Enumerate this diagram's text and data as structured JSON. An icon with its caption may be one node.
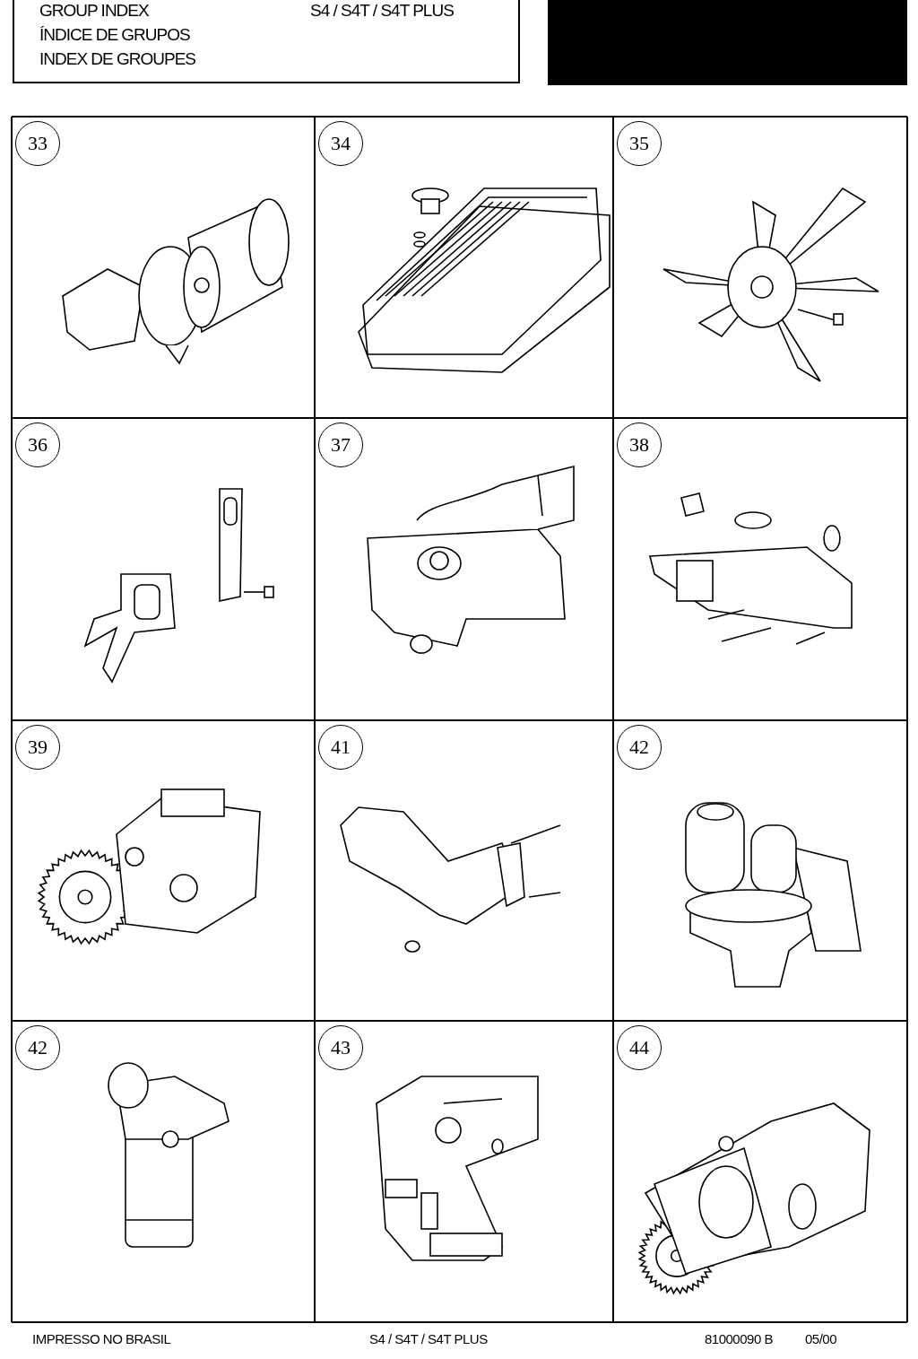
{
  "diagram": {
    "nodes": [
      {
        "text": [
          "GROUP INDEX",
          "ÍNDICE DE GRUPOS",
          "INDEX DE GROUPES",
          "S4 / S4T / S4T PLUS"
        ]
      },
      {
        "text": [
          "33"
        ]
      },
      {
        "text": [
          "34"
        ]
      },
      {
        "text": [
          "35"
        ]
      },
      {
        "text": [
          "36"
        ]
      },
      {
        "text": [
          "37"
        ]
      },
      {
        "text": [
          "38"
        ]
      },
      {
        "text": [
          "39"
        ]
      },
      {
        "text": [
          "41"
        ]
      },
      {
        "text": [
          "42"
        ]
      },
      {
        "text": [
          "42"
        ]
      },
      {
        "text": [
          "43"
        ]
      },
      {
        "text": [
          "44"
        ]
      }
    ],
    "labels": [
      "IMPRESSO NO BRASIL",
      "S4 / S4T / S4T PLUS",
      "81000090 B",
      "05/00"
    ]
  }
}
